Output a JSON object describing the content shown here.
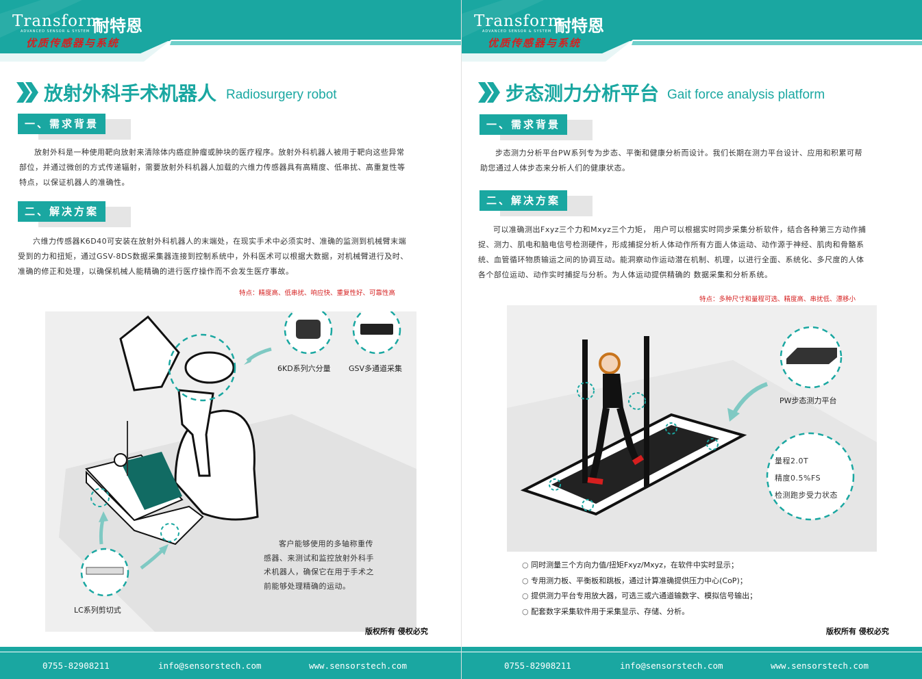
{
  "brand": {
    "name_en": "Transform",
    "name_cn": "耐特恩",
    "subline": "ADVANCED SENSOR & SYSTEM",
    "slogan": "优质传感器与系统"
  },
  "colors": {
    "accent": "#1aa7a1",
    "highlight": "#d51f1f",
    "panel": "#efefef"
  },
  "left": {
    "title_cn": "放射外科手术机器人",
    "title_en": "Radiosurgery robot",
    "section1": "一、需求背景",
    "para1_lines": [
      "放射外科是一种使用靶向放射来清除体内癌症肿瘤或肿块的医疗程序。放射外科机器人被用于靶向这些异常",
      "部位，并通过微创的方式传递辐射，需要放射外科机器人加载的六维力传感器具有高精度、低串扰、高重复性等",
      "特点，以保证机器人的准确性。"
    ],
    "section2": "二、解决方案",
    "para2_lines": [
      "六维力传感器K6D40可安装在放射外科机器人的末端处，在现实手术中必须实时、准确的监测到机械臂末端",
      "受到的力和扭矩，通过GSV-8DS数据采集器连接到控制系统中，外科医术可以根据大数据，对机械臂进行及时、",
      "准确的修正和处理，以确保机械人能精确的进行医疗操作而不会发生医疗事故。"
    ],
    "features": "特点：精度高、低串扰、响应快、重复性好、可靠性高",
    "caption_sensor": "6KD系列六分量",
    "caption_daq": "GSV多通道采集",
    "caption_lc": "LC系列剪切式",
    "desc_lines": [
      "客户能够使用的多轴称重传",
      "感器、来测试和监控放射外科手",
      "术机器人，确保它在用于手术之",
      "前能够处理精确的运动。"
    ],
    "copyright": "版权所有 侵权必究"
  },
  "right": {
    "title_cn": "步态测力分析平台",
    "title_en": "Gait force analysis platform",
    "section1": "一、需求背景",
    "para1_lines": [
      "步态测力分析平台PW系列专为步态、平衡和健康分析而设计。我们长期在测力平台设计、应用和积累可帮",
      "助您通过人体步态来分析人们的健康状态。"
    ],
    "section2": "二、解决方案",
    "para2_lines": [
      "可以准确测出Fxyz三个力和Mxyz三个力矩，  用户可以根据实时同步采集分析软件，结合各种第三方动作捕",
      "捉、测力、肌电和脑电信号检测硬件，形成捕捉分析人体动作所有方面人体运动、动作源于神经、肌肉和骨骼系",
      "统、血管循环物质输运之间的协调互动。能洞察动作运动潜在机制、机理，以进行全面、系统化、多尺度的人体",
      "各个部位运动、动作实时捕捉与分析。为人体运动提供精确的 数据采集和分析系统。"
    ],
    "features": "特点：多种尺寸和量程可选、精度高、串扰低、漂移小",
    "caption_platform": "PW步态测力平台",
    "spec_lines": [
      "量程2.0T",
      "精度0.5%FS",
      "检测跑步受力状态"
    ],
    "bullets": [
      "同时测量三个方向力值/扭矩Fxyz/Mxyz，在软件中实时显示；",
      "专用测力板、平衡板和跳板，通过计算准确提供压力中心(CoP)；",
      "提供测力平台专用放大器，可选三或六通道输数字、模拟信号输出；",
      "配套数字采集软件用于采集显示、存储、分析。"
    ],
    "copyright": "版权所有 侵权必究"
  },
  "footer": {
    "phone": "0755-82908211",
    "email": "info@sensorstech.com",
    "website": "www.sensorstech.com"
  }
}
